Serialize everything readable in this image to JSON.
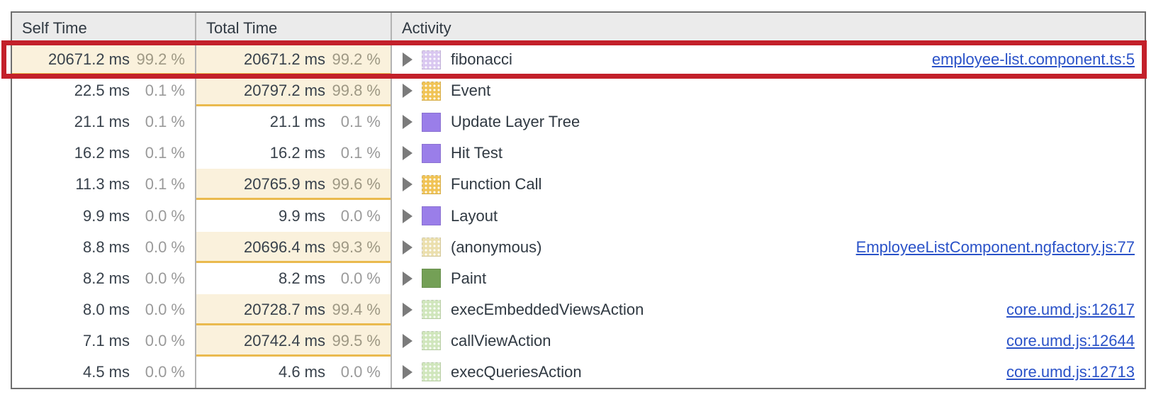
{
  "table": {
    "columns": [
      "Self Time",
      "Total Time",
      "Activity"
    ],
    "rows": [
      {
        "self_ms": "20671.2 ms",
        "self_pct": "99.2 %",
        "self_hl": true,
        "total_ms": "20671.2 ms",
        "total_pct": "99.2 %",
        "total_hl": true,
        "activity": "fibonacci",
        "icon": "scripting-light-purple",
        "icon_color": "#d9c7f0",
        "icon_dots": true,
        "link": "employee-list.component.ts:5",
        "annotated": true
      },
      {
        "self_ms": "22.5 ms",
        "self_pct": "0.1 %",
        "self_hl": false,
        "total_ms": "20797.2 ms",
        "total_pct": "99.8 %",
        "total_hl": true,
        "activity": "Event",
        "icon": "event-orange",
        "icon_color": "#f0c355",
        "icon_dots": true,
        "link": "",
        "annotated": false
      },
      {
        "self_ms": "21.1 ms",
        "self_pct": "0.1 %",
        "self_hl": false,
        "total_ms": "21.1 ms",
        "total_pct": "0.1 %",
        "total_hl": false,
        "activity": "Update Layer Tree",
        "icon": "rendering-purple",
        "icon_color": "#9a7ee9",
        "icon_dots": false,
        "link": "",
        "annotated": false
      },
      {
        "self_ms": "16.2 ms",
        "self_pct": "0.1 %",
        "self_hl": false,
        "total_ms": "16.2 ms",
        "total_pct": "0.1 %",
        "total_hl": false,
        "activity": "Hit Test",
        "icon": "rendering-purple",
        "icon_color": "#9a7ee9",
        "icon_dots": false,
        "link": "",
        "annotated": false
      },
      {
        "self_ms": "11.3 ms",
        "self_pct": "0.1 %",
        "self_hl": false,
        "total_ms": "20765.9 ms",
        "total_pct": "99.6 %",
        "total_hl": true,
        "activity": "Function Call",
        "icon": "scripting-orange",
        "icon_color": "#f0c355",
        "icon_dots": true,
        "link": "",
        "annotated": false
      },
      {
        "self_ms": "9.9 ms",
        "self_pct": "0.0 %",
        "self_hl": false,
        "total_ms": "9.9 ms",
        "total_pct": "0.0 %",
        "total_hl": false,
        "activity": "Layout",
        "icon": "rendering-purple",
        "icon_color": "#9a7ee9",
        "icon_dots": false,
        "link": "",
        "annotated": false
      },
      {
        "self_ms": "8.8 ms",
        "self_pct": "0.0 %",
        "self_hl": false,
        "total_ms": "20696.4 ms",
        "total_pct": "99.3 %",
        "total_hl": true,
        "activity": "(anonymous)",
        "icon": "scripting-tan",
        "icon_color": "#ebdfad",
        "icon_dots": true,
        "link": "EmployeeListComponent.ngfactory.js:77",
        "annotated": false
      },
      {
        "self_ms": "8.2 ms",
        "self_pct": "0.0 %",
        "self_hl": false,
        "total_ms": "8.2 ms",
        "total_pct": "0.0 %",
        "total_hl": false,
        "activity": "Paint",
        "icon": "painting-green",
        "icon_color": "#74a056",
        "icon_dots": false,
        "link": "",
        "annotated": false
      },
      {
        "self_ms": "8.0 ms",
        "self_pct": "0.0 %",
        "self_hl": false,
        "total_ms": "20728.7 ms",
        "total_pct": "99.4 %",
        "total_hl": true,
        "activity": "execEmbeddedViewsAction",
        "icon": "scripting-light-green",
        "icon_color": "#d0e6bc",
        "icon_dots": true,
        "link": "core.umd.js:12617",
        "annotated": false
      },
      {
        "self_ms": "7.1 ms",
        "self_pct": "0.0 %",
        "self_hl": false,
        "total_ms": "20742.4 ms",
        "total_pct": "99.5 %",
        "total_hl": true,
        "activity": "callViewAction",
        "icon": "scripting-light-green",
        "icon_color": "#d0e6bc",
        "icon_dots": true,
        "link": "core.umd.js:12644",
        "annotated": false
      },
      {
        "self_ms": "4.5 ms",
        "self_pct": "0.0 %",
        "self_hl": false,
        "total_ms": "4.6 ms",
        "total_pct": "0.0 %",
        "total_hl": false,
        "activity": "execQueriesAction",
        "icon": "scripting-light-green",
        "icon_color": "#d0e6bc",
        "icon_dots": true,
        "link": "core.umd.js:12713",
        "annotated": false
      }
    ]
  },
  "colors": {
    "annotation": "#c3202a",
    "link": "#2a52c8",
    "hl-bg": "#faf1dc",
    "hl-border": "#eaba4e"
  }
}
